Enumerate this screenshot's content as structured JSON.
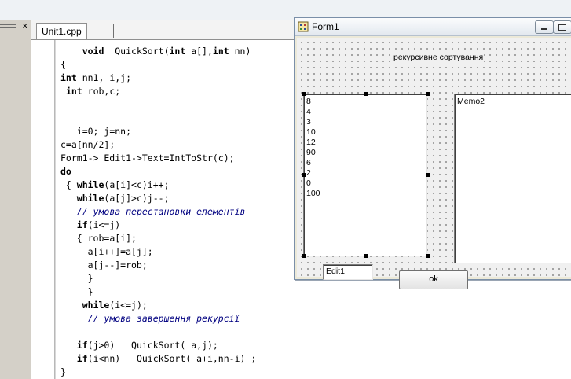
{
  "editor": {
    "tab_label": "Unit1.cpp",
    "code_lines": [
      {
        "indent": "    ",
        "segments": [
          {
            "t": "void",
            "k": "kw"
          },
          {
            "t": "  QuickSort("
          },
          {
            "t": "int",
            "k": "kw"
          },
          {
            "t": " a[],"
          },
          {
            "t": "int",
            "k": "kw"
          },
          {
            "t": " nn)"
          }
        ]
      },
      {
        "indent": "",
        "segments": [
          {
            "t": "{"
          }
        ]
      },
      {
        "indent": "",
        "segments": [
          {
            "t": "int",
            "k": "kw"
          },
          {
            "t": " nn1, i,j;"
          }
        ]
      },
      {
        "indent": " ",
        "segments": [
          {
            "t": "int",
            "k": "kw"
          },
          {
            "t": " rob,c;"
          }
        ]
      },
      {
        "indent": "",
        "segments": []
      },
      {
        "indent": "",
        "segments": []
      },
      {
        "indent": "   ",
        "segments": [
          {
            "t": "i=0; j=nn;"
          }
        ]
      },
      {
        "indent": "",
        "segments": [
          {
            "t": "c=a[nn/2];"
          }
        ]
      },
      {
        "indent": "",
        "segments": [
          {
            "t": "Form1-> Edit1->Text=IntToStr(c);"
          }
        ]
      },
      {
        "indent": "",
        "segments": [
          {
            "t": "do",
            "k": "kw"
          }
        ]
      },
      {
        "indent": " { ",
        "segments": [
          {
            "t": "while",
            "k": "kw"
          },
          {
            "t": "(a[i]<c)i++;"
          }
        ]
      },
      {
        "indent": "   ",
        "segments": [
          {
            "t": "while",
            "k": "kw"
          },
          {
            "t": "(a[j]>c)j--;"
          }
        ]
      },
      {
        "indent": "   ",
        "segments": [
          {
            "t": "// умова перестановки елементів",
            "k": "cm"
          }
        ]
      },
      {
        "indent": "   ",
        "segments": [
          {
            "t": "if",
            "k": "kw"
          },
          {
            "t": "(i<=j)"
          }
        ]
      },
      {
        "indent": "   ",
        "segments": [
          {
            "t": "{ rob=a[i];"
          }
        ]
      },
      {
        "indent": "     ",
        "segments": [
          {
            "t": "a[i++]=a[j];"
          }
        ]
      },
      {
        "indent": "     ",
        "segments": [
          {
            "t": "a[j--]=rob;"
          }
        ]
      },
      {
        "indent": "     ",
        "segments": [
          {
            "t": "}"
          }
        ]
      },
      {
        "indent": "     ",
        "segments": [
          {
            "t": "}"
          }
        ]
      },
      {
        "indent": "    ",
        "segments": [
          {
            "t": "while",
            "k": "kw"
          },
          {
            "t": "(i<=j);"
          }
        ]
      },
      {
        "indent": "     ",
        "segments": [
          {
            "t": "// умова завершення рекурсії",
            "k": "cm"
          }
        ]
      },
      {
        "indent": "",
        "segments": []
      },
      {
        "indent": "   ",
        "segments": [
          {
            "t": "if",
            "k": "kw"
          },
          {
            "t": "(j>0)   QuickSort( a,j);"
          }
        ]
      },
      {
        "indent": "   ",
        "segments": [
          {
            "t": "if",
            "k": "kw"
          },
          {
            "t": "(i<nn)   QuickSort( a+i,nn-i) ;"
          }
        ]
      },
      {
        "indent": "",
        "segments": [
          {
            "t": "}"
          }
        ]
      }
    ]
  },
  "form": {
    "title": "Form1",
    "label": "рекурсивне сортування",
    "memo1_lines": [
      "8",
      "4",
      "3",
      "10",
      "12",
      "90",
      "6",
      "2",
      "0",
      "100"
    ],
    "memo2_text": "Memo2",
    "edit1_text": "Edit1",
    "ok_label": "ok"
  },
  "icons": {
    "form_icon": "form-icon",
    "minimize": "minimize-icon",
    "maximize": "maximize-icon"
  }
}
